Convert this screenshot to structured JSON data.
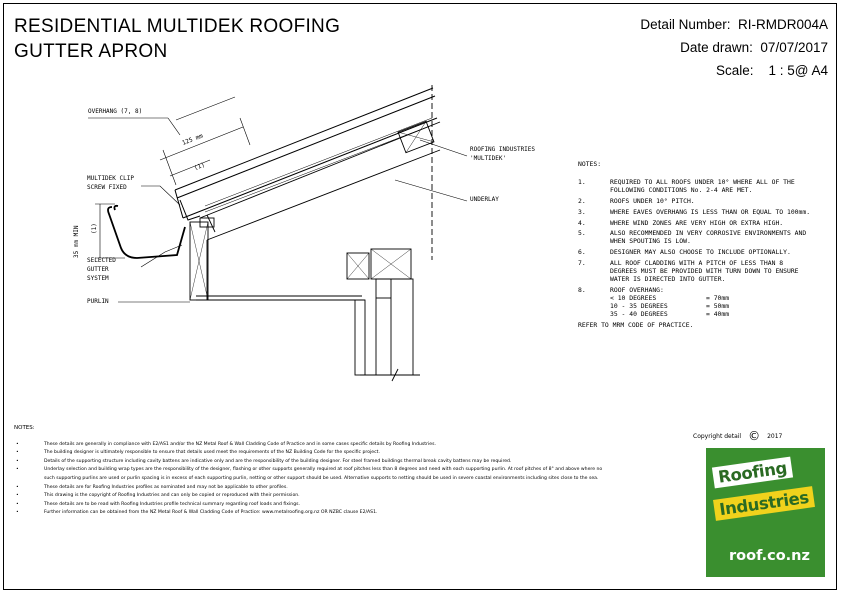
{
  "title": {
    "line1": "RESIDENTIAL MULTIDEK ROOFING",
    "line2": "GUTTER APRON"
  },
  "meta": {
    "detail_label": "Detail Number:",
    "detail_value": "RI-RMDR004A",
    "date_label": "Date drawn:",
    "date_value": "07/07/2017",
    "scale_label": "Scale:",
    "scale_value": "1 : 5@ A4"
  },
  "labels": {
    "overhang": "OVERHANG (7, 8)",
    "dim125": "125 mm",
    "dim1a": "(1)",
    "dim1b": "(1)",
    "clip1": "MULTIDEK CLIP",
    "clip2": "SCREW FIXED",
    "min35": "35 mm MIN",
    "gutter1": "SELECTED",
    "gutter2": "GUTTER",
    "gutter3": "SYSTEM",
    "purlin": "PURLIN",
    "roofing1": "ROOFING INDUSTRIES",
    "roofing2": "'MULTIDEK'",
    "underlay": "UNDERLAY"
  },
  "notes_right": {
    "header": "NOTES:",
    "items": [
      {
        "num": "1.",
        "text": "REQUIRED TO ALL ROOFS UNDER 10° WHERE ALL OF THE FOLLOWING CONDITIONS No. 2-4 ARE MET."
      },
      {
        "num": "2.",
        "text": "ROOFS UNDER 10° PITCH."
      },
      {
        "num": "3.",
        "text": "WHERE EAVES OVERHANG IS LESS THAN OR EQUAL TO 100mm."
      },
      {
        "num": "4.",
        "text": "WHERE WIND ZONES ARE VERY HIGH OR EXTRA HIGH."
      },
      {
        "num": "5.",
        "text": "ALSO RECOMMENDED IN VERY CORROSIVE ENVIRONMENTS AND WHEN SPOUTING IS LOW."
      },
      {
        "num": "6.",
        "text": "DESIGNER MAY ALSO CHOOSE TO INCLUDE OPTIONALLY."
      },
      {
        "num": "7.",
        "text": "ALL ROOF CLADDING WITH A PITCH OF LESS THAN 8 DEGREES MUST BE PROVIDED WITH TURN DOWN TO ENSURE WATER IS DIRECTED INTO GUTTER."
      },
      {
        "num": "8.",
        "text": "ROOF OVERHANG:"
      }
    ],
    "overhang_rows": [
      {
        "range": "< 10 DEGREES",
        "value": "= 70mm"
      },
      {
        "range": "10 - 35 DEGREES",
        "value": "= 50mm"
      },
      {
        "range": "35 - 40 DEGREES",
        "value": "= 40mm"
      }
    ],
    "footer": "REFER TO MRM CODE OF PRACTICE."
  },
  "notes_bottom": {
    "header": "NOTES:",
    "items": [
      "These details are generally in compliance with E2/AS1 and/or the NZ Metal Roof & Wall Cladding Code of Practice and in some cases specific details by Roofing Industries.",
      "The building designer is ultimately responsible to ensure that details used meet the requirements of the NZ Building Code for the specific project.",
      "Details of the supporting structure including cavity battens are indicative only and are the responsibility of the building designer. For steel framed buildings thermal break cavity battens may be required.",
      "Underlay selection and building wrap types are the responsibility of the designer, flashing or other supports generally required at roof pitches less than 8 degrees and need with each supporting purlin. At roof pitches of 8° and above where no such supporting purlins are used or purlin spacing is in excess of each supporting purlin, netting or other support should be used. Alternative supports to netting should be used in severe coastal environments including sites close to the sea.",
      "These details are for Roofing Industries profiles as nominated and may not be applicable to other profiles.",
      "This drawing is the copyright of Roofing Industries and can only be copied or reproduced with their permission.",
      "These details are to be read with Roofing Industries profile technical summary regarding roof loads and fixings.",
      "Further information can be obtained from the NZ Metal Roof & Wall Cladding Code of Practice: www.metalroofing.org.nz OR NZBC clause E2/AS1."
    ]
  },
  "copyright": {
    "label": "Copyright detail",
    "symbol": "©",
    "year": "2017"
  },
  "logo": {
    "word1": "Roofing",
    "word2": "Industries",
    "url": "roof.co.nz"
  }
}
